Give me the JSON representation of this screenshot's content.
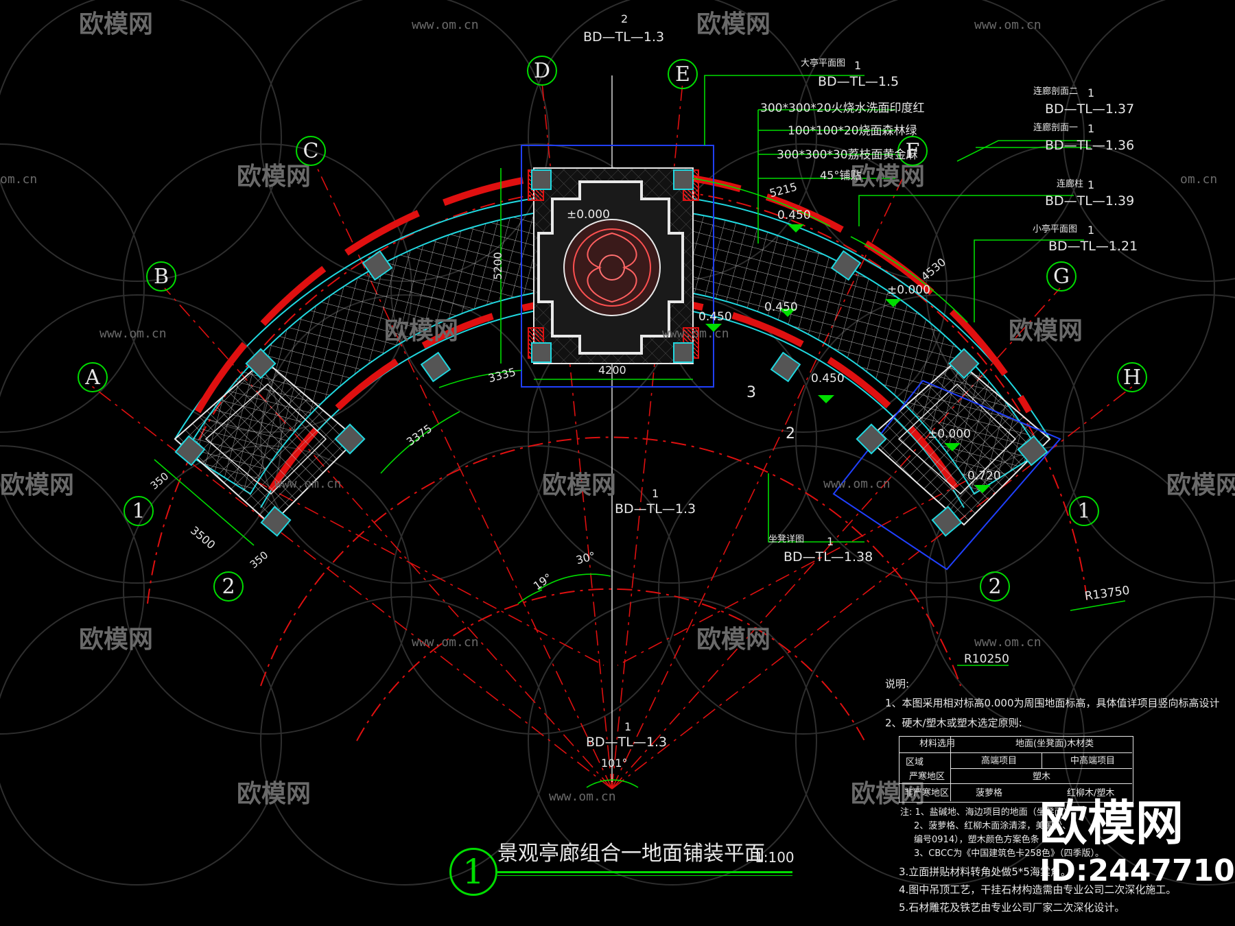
{
  "title": {
    "number": "1",
    "text": "景观亭廊组合一地面铺装平面",
    "scale": "1:100"
  },
  "grid_labels": [
    "A",
    "B",
    "C",
    "D",
    "E",
    "F",
    "G",
    "H"
  ],
  "corner_labels": [
    "1",
    "2",
    "1",
    "2"
  ],
  "detail_refs": {
    "top": {
      "n": "2",
      "code": "BD—TL—1.3"
    },
    "mid": {
      "n": "1",
      "code": "BD—TL—1.3"
    },
    "bottom": {
      "n": "1",
      "code": "BD—TL—1.3"
    },
    "big_pavilion": {
      "label": "大亭平面图",
      "n": "1",
      "code": "BD—TL—1.5"
    },
    "corridor2": {
      "label": "连廊剖面二",
      "n": "1",
      "code": "BD—TL—1.37"
    },
    "corridor1": {
      "label": "连廊剖面一",
      "n": "1",
      "code": "BD—TL—1.36"
    },
    "column": {
      "label": "连廊柱",
      "n": "1",
      "code": "BD—TL—1.39"
    },
    "small_pavilion": {
      "label": "小亭平面图",
      "n": "1",
      "code": "BD—TL—1.21"
    },
    "bench": {
      "label": "坐凳详图",
      "n": "1",
      "code": "BD—TL—1.38"
    }
  },
  "materials": [
    "300*300*20火烧水洗面印度红",
    "100*100*20烧面森林绿",
    "300*300*30荔枝面黄金麻",
    "45°铺贴"
  ],
  "dimensions": {
    "d5215": "5215",
    "d4530": "4530",
    "d5200": "5200",
    "d4200": "4200",
    "d3335": "3335",
    "d3375": "3375",
    "d350a": "350",
    "d3500": "3500",
    "d350b": "350",
    "a30": "30°",
    "a19": "19°",
    "a101": "101°",
    "r13750": "R13750",
    "r10250": "R10250"
  },
  "elevations": [
    "±0.000",
    "0.450",
    "0.450",
    "±0.000",
    "0.450",
    "0.450",
    "±0.000",
    "0.720"
  ],
  "callout_numbers": [
    "3",
    "2"
  ],
  "notes": {
    "heading": "说明:",
    "n1": "1、本图采用相对标高0.000为周围地面标高，具体值详项目竖向标高设计",
    "n2": "2、硬木/塑木或塑木选定原则:",
    "table": {
      "h1": "材料选用",
      "h2": "区域",
      "h3": "地面(坐凳面)木材类",
      "c1": "高端项目",
      "c2": "中高端项目",
      "r1a": "严寒地区",
      "r1b": "塑木",
      "r2a": "非严寒地区",
      "r2b": "菠萝格",
      "r2c": "红柳木/塑木"
    },
    "sub1": "注: 1、盐碱地、海边项目的地面（坐凳面）",
    "sub2": "2、菠萝格、红柳木面涂清漆，美国松、",
    "sub3": "编号0914），塑木颜色方案色条",
    "sub4": "3、CBCC为《中国建筑色卡258色》（四季版）。",
    "n3": "3.立面拼贴材料转角处做5*5海棠角。",
    "n4": "4.图中吊顶工艺，干挂石材构造需由专业公司二次深化施工。",
    "n5": "5.石材雕花及铁艺由专业公司厂家二次深化设计。"
  },
  "watermark": {
    "brand": "欧模网",
    "url": "www.om.cn",
    "url_short": "om.cn",
    "id": "ID:2447710"
  },
  "colors": {
    "bg": "#000000",
    "green": "#00dd00",
    "red": "#e01010",
    "cyan": "#20d8e0",
    "blue": "#2040ff",
    "white": "#e8e8e8",
    "wm": "#5a5a5a"
  }
}
